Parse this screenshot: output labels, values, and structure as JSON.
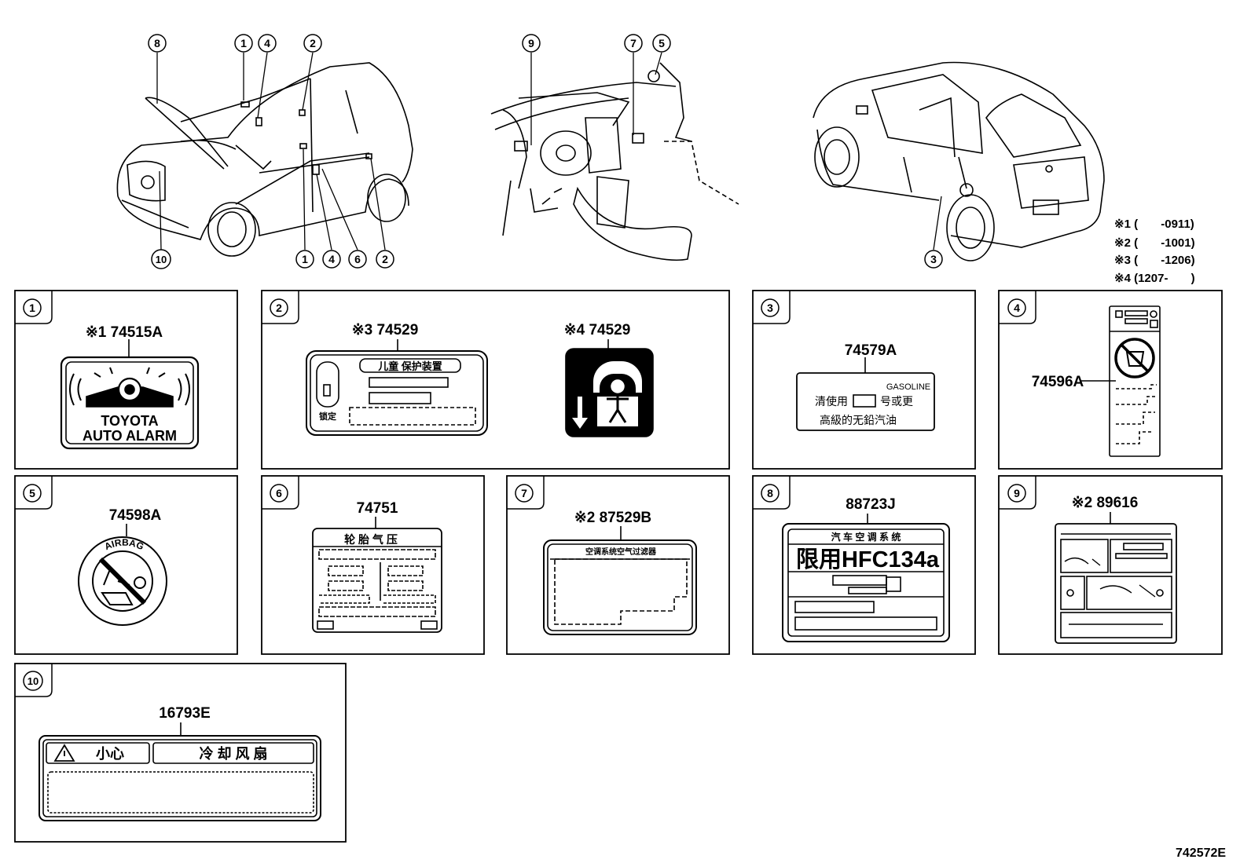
{
  "callouts_top": {
    "c8": "8",
    "c1": "1",
    "c4": "4",
    "c2": "2",
    "c10": "10",
    "c1b": "1",
    "c4b": "4",
    "c6b": "6",
    "c2b": "2",
    "c9": "9",
    "c7": "7",
    "c5": "5",
    "c3": "3"
  },
  "footnotes": {
    "f1": "※1 (       -0911)",
    "f2": "※2 (       -1001)",
    "f3": "※3 (       -1206)",
    "f4": "※4 (1207-       )"
  },
  "panels": {
    "p1": {
      "num": "1",
      "part": "※1 74515A",
      "line1": "TOYOTA",
      "line2": "AUTO ALARM"
    },
    "p2": {
      "num": "2",
      "part_a": "※3 74529",
      "part_b": "※4 74529",
      "title": "儿童 保护装置",
      "lock": "锁定"
    },
    "p3": {
      "num": "3",
      "part": "74579A",
      "fuel": "GASOLINE",
      "t1a": "清使用",
      "t1b": "号或更",
      "t2": "高級的无鉛汽油"
    },
    "p4": {
      "num": "4",
      "part": "74596A"
    },
    "p5": {
      "num": "5",
      "part": "74598A",
      "text": "AIRBAG"
    },
    "p6": {
      "num": "6",
      "part": "74751",
      "title": "轮 胎 气 压"
    },
    "p7": {
      "num": "7",
      "part": "※2 87529B",
      "title": "空调系统空气过滤器"
    },
    "p8": {
      "num": "8",
      "part": "88723J",
      "title": "汽 车 空 调 系 统",
      "big": "限用HFC134a"
    },
    "p9": {
      "num": "9",
      "part": "※2 89616"
    },
    "p10": {
      "num": "10",
      "part": "16793E",
      "c1": "小心",
      "c2": "冷 却 风 扇"
    }
  },
  "diagram_code": "742572E"
}
